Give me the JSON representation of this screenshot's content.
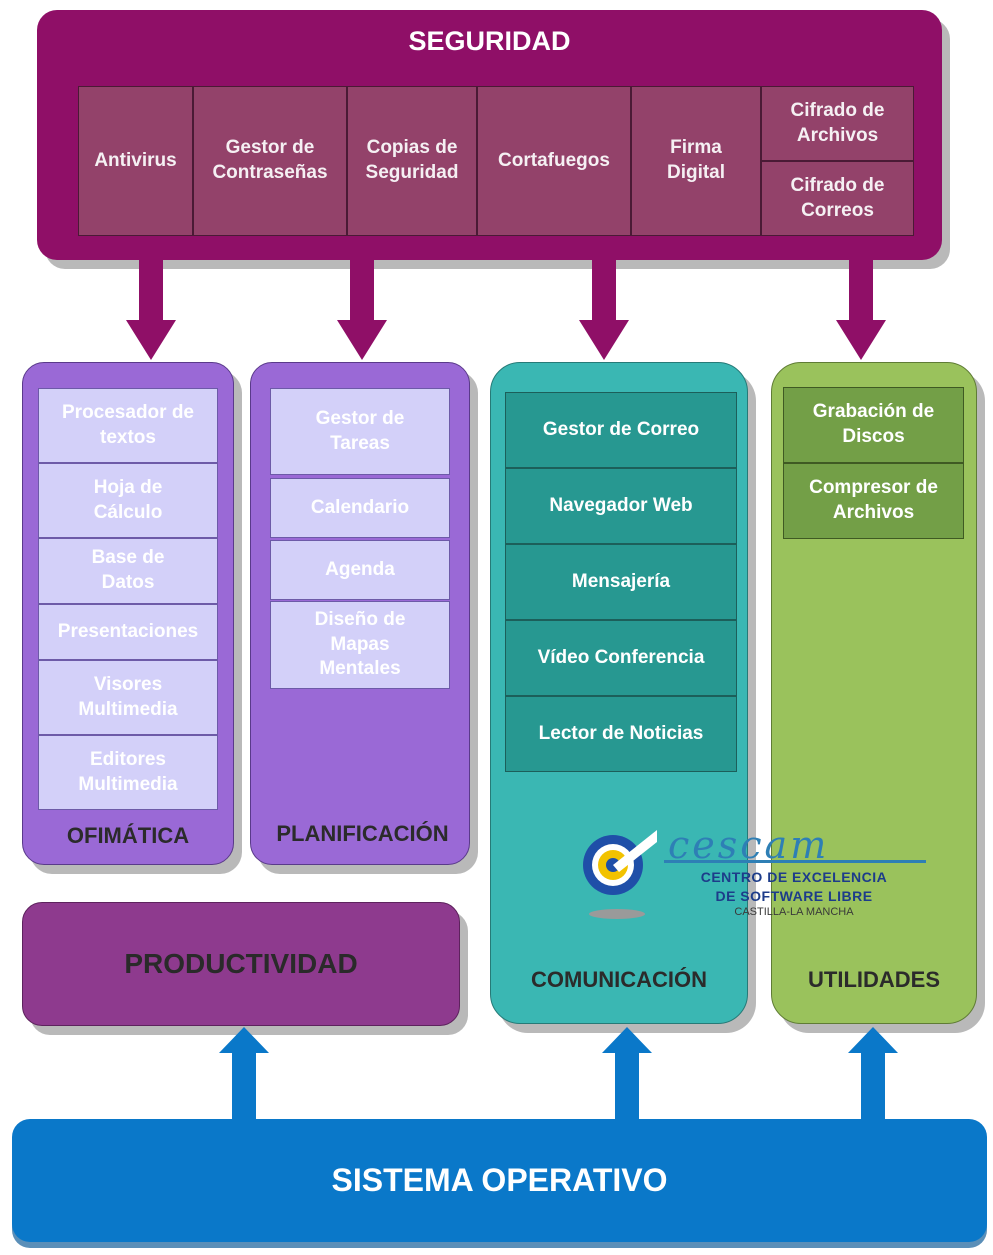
{
  "seguridad": {
    "title": "SEGURIDAD",
    "items": [
      "Antivirus",
      "Gestor de Contraseñas",
      "Copias de Seguridad",
      "Cortafuegos",
      "Firma Digital",
      "Cifrado de Archivos",
      "Cifrado de Correos"
    ]
  },
  "ofimatica": {
    "title": "OFIMÁTICA",
    "items": [
      "Procesador de textos",
      "Hoja de Cálculo",
      "Base de Datos",
      "Presentaciones",
      "Visores Multimedia",
      "Editores Multimedia"
    ]
  },
  "planificacion": {
    "title": "PLANIFICACIÓN",
    "items": [
      "Gestor de Tareas",
      "Calendario",
      "Agenda",
      "Diseño de Mapas Mentales"
    ]
  },
  "comunicacion": {
    "title": "COMUNICACIÓN",
    "items": [
      "Gestor de Correo",
      "Navegador Web",
      "Mensajería",
      "Vídeo Conferencia",
      "Lector de Noticias"
    ]
  },
  "utilidades": {
    "title": "UTILIDADES",
    "items": [
      "Grabación de Discos",
      "Compresor de Archivos"
    ]
  },
  "productividad": {
    "title": "PRODUCTIVIDAD"
  },
  "sistema_operativo": {
    "title": "SISTEMA OPERATIVO"
  },
  "logo": {
    "name": "cescam",
    "line1": "CENTRO DE EXCELENCIA",
    "line2": "DE SOFTWARE LIBRE",
    "line3": "CASTILLA-LA MANCHA"
  },
  "colors": {
    "seguridad": "#8f0f67",
    "ofimatica_planificacion": "#9a69d6",
    "comunicacion": "#3ab7b3",
    "utilidades": "#9ac25c",
    "productividad": "#8e3a8e",
    "sistema_operativo": "#0a78c9"
  }
}
